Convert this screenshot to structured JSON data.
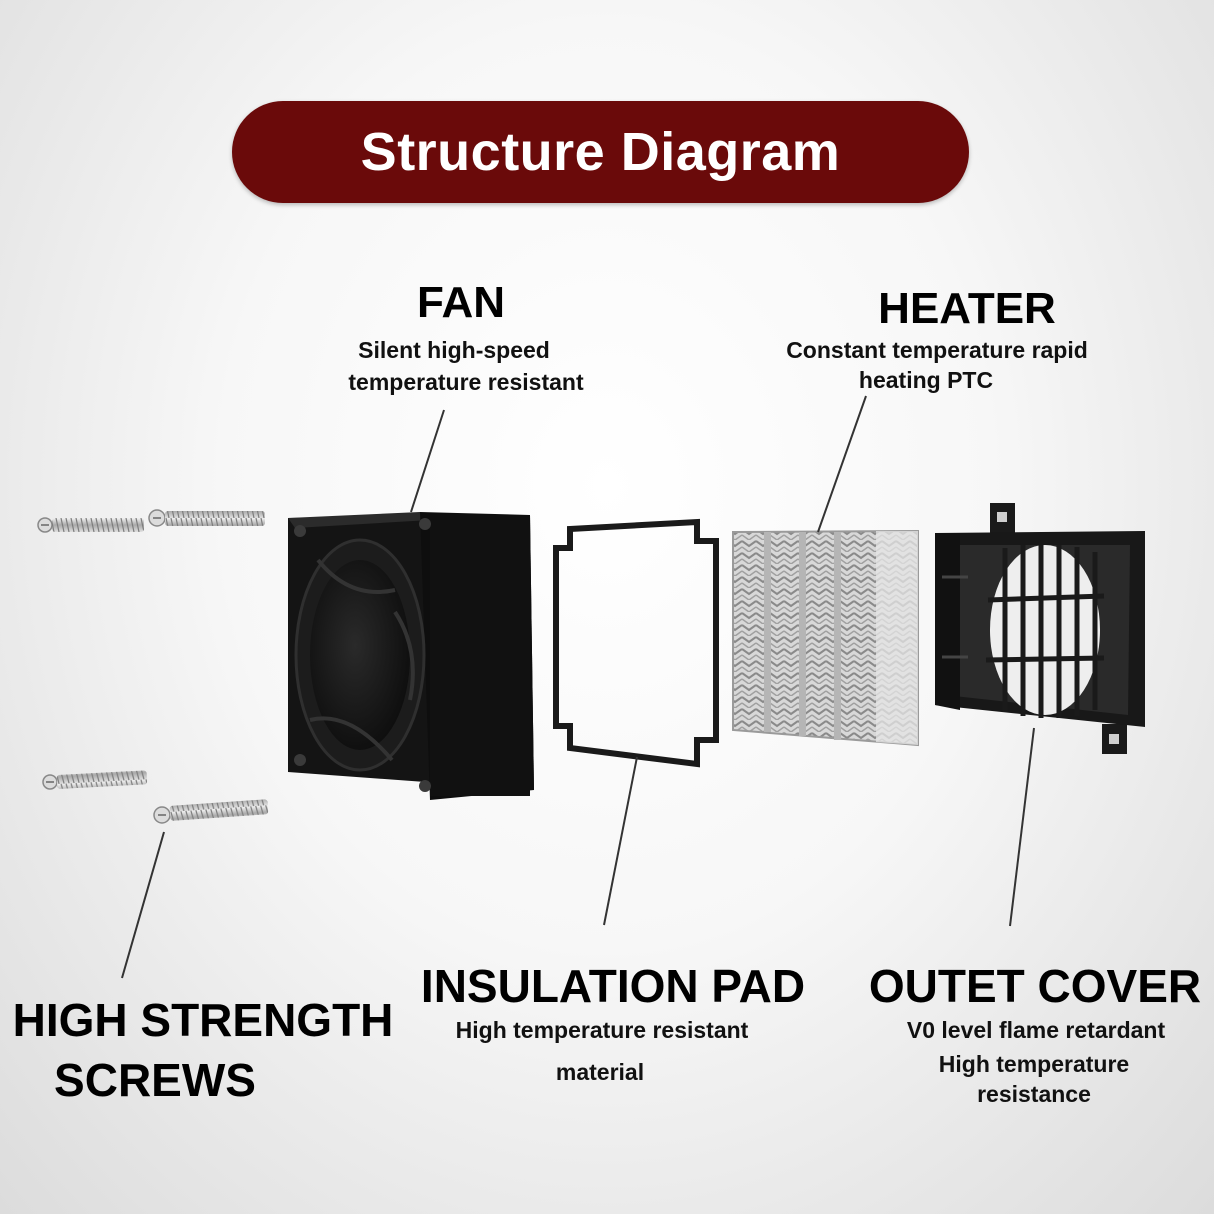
{
  "title": "Structure Diagram",
  "components": {
    "fan": {
      "heading": "FAN",
      "lines": [
        "Silent high-speed",
        "temperature resistant"
      ]
    },
    "heater": {
      "heading": "HEATER",
      "lines": [
        "Constant temperature rapid",
        "heating PTC"
      ]
    },
    "insulation_pad": {
      "heading": "INSULATION PAD",
      "lines": [
        "High temperature resistant",
        "material"
      ]
    },
    "outlet_cover": {
      "heading": "OUTET COVER",
      "lines": [
        "V0 level flame retardant",
        "High temperature",
        "resistance"
      ]
    },
    "screws": {
      "heading_lines": [
        "HIGH STRENGTH",
        "SCREWS"
      ]
    }
  },
  "colors": {
    "title_pill": "#6a0a0a",
    "title_text": "#ffffff",
    "part_black": "#1a1a1a",
    "heater_fin": "#c9c9c9",
    "screw_metal": "#bdbdbd"
  }
}
